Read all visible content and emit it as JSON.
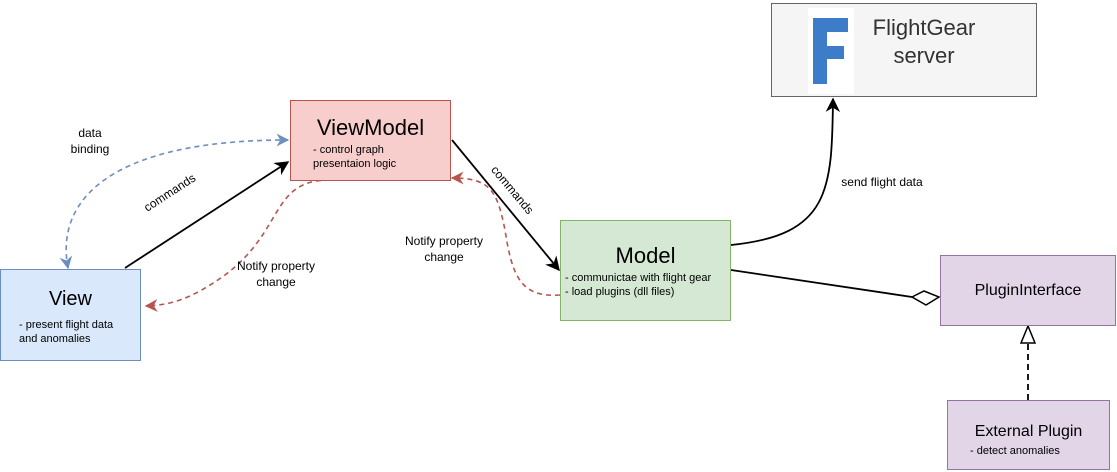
{
  "nodes": {
    "view": {
      "title": "View",
      "desc": "- present flight data\nand anomalies",
      "fill": "#dae8fc",
      "stroke": "#6c8ebf"
    },
    "viewmodel": {
      "title": "ViewModel",
      "desc": "- control graph\npresentaion logic",
      "fill": "#f8cecc",
      "stroke": "#b85450"
    },
    "model": {
      "title": "Model",
      "desc": "- communictae with flight gear\n- load plugins (dll files)",
      "fill": "#d5e8d4",
      "stroke": "#82b366"
    },
    "plugin_interface": {
      "title": "PluginInterface",
      "fill": "#e1d5e7",
      "stroke": "#9673a6"
    },
    "external_plugin": {
      "title": "External Plugin",
      "desc": "- detect anomalies",
      "fill": "#e1d5e7",
      "stroke": "#9673a6"
    },
    "flightgear": {
      "title": "FlightGear\nserver",
      "logo_letter": "F"
    }
  },
  "edges": {
    "data_binding": "data\nbinding",
    "commands_view_vm": "commands",
    "notify_vm_view": "Notify property\nchange",
    "commands_vm_model": "commands",
    "notify_model_vm": "Notify property\nchange",
    "send_flight_data": "send flight data"
  },
  "colors": {
    "blue_dashed": "#6c8ebf",
    "red_dashed": "#b85450",
    "solid": "#000000",
    "logo_blue": "#3d7cc9",
    "logo_yellow": "#ffff00"
  }
}
